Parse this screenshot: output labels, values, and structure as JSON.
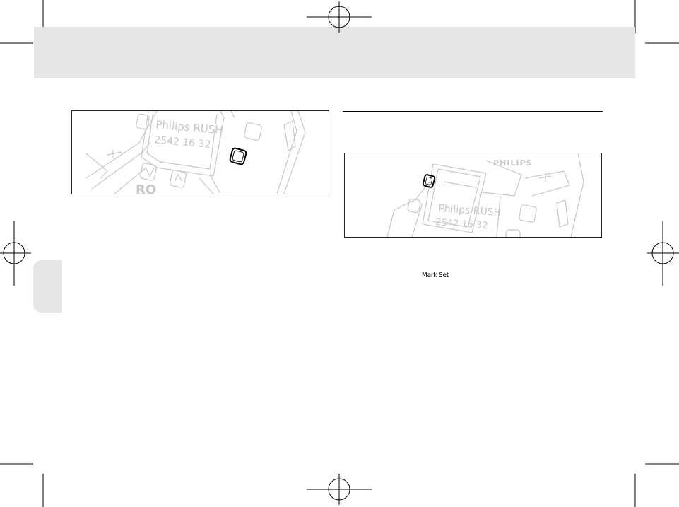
{
  "figure1": {
    "display_line1": "Philips RUSH",
    "display_line2": "2542 16 32",
    "device_text": "RO"
  },
  "figure2": {
    "brand": "PHILIPS",
    "display_line1": "Philips RUSH",
    "display_line2": "2542 16 32"
  },
  "body_text": {
    "mark_set": "Mark Set"
  },
  "colors": {
    "band": "#e6e6e6",
    "line_art": "#c8c8c8",
    "ink": "#000000"
  }
}
